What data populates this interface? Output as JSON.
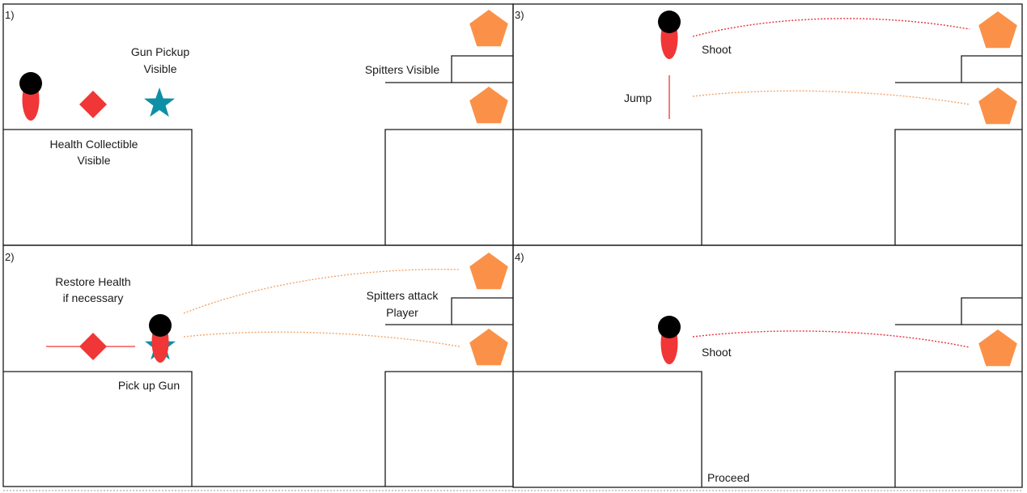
{
  "colors": {
    "player_body": "#f03636",
    "player_head": "#000000",
    "health": "#f03636",
    "gun": "#0e8fa6",
    "spitter": "#fb9148",
    "spit_trail": "#f5a46a",
    "shot_trail": "#e8303a",
    "lines": "#1a1a1a"
  },
  "icons": {
    "player": "player-figure-icon",
    "health": "red-diamond-icon",
    "gun": "teal-star-icon",
    "spitter": "orange-pentagon-icon"
  },
  "panels": {
    "p1": {
      "number": "1)",
      "gun_label": [
        "Gun Pickup",
        "Visible"
      ],
      "health_label": [
        "Health Collectible",
        "Visible"
      ],
      "spitters_label": "Spitters Visible"
    },
    "p2": {
      "number": "2)",
      "restore_label": [
        "Restore Health",
        "if necessary"
      ],
      "attack_label": [
        "Spitters attack",
        "Player"
      ],
      "pickup_label": "Pick up Gun"
    },
    "p3": {
      "number": "3)",
      "shoot_label": "Shoot",
      "jump_label": "Jump"
    },
    "p4": {
      "number": "4)",
      "shoot_label": "Shoot",
      "proceed_label": "Proceed"
    }
  }
}
